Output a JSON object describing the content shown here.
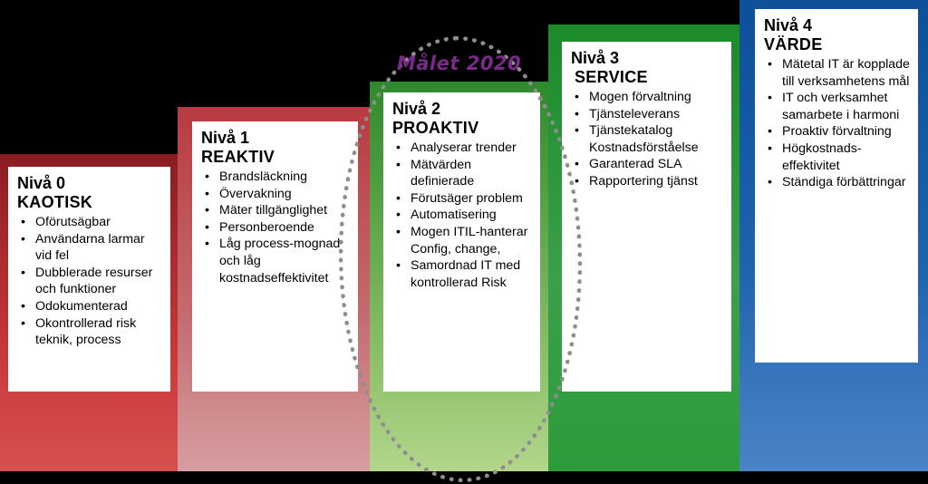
{
  "goal_label": "Målet 2020",
  "levels": [
    {
      "level": "Nivå 0",
      "name": "KAOTISK",
      "color": "#c8373a",
      "items": [
        "Oförutsägbar",
        "Användarna larmar vid fel",
        "Dubblerade resurser och funktioner",
        "Odokumenterad",
        "Okontrollerad risk teknik, process"
      ]
    },
    {
      "level": "Nivå 1",
      "name": "REAKTIV",
      "color": "#c46b6f",
      "items": [
        "Brandsläckning",
        "Övervakning",
        "Mäter tillgänglighet",
        "Personberoende",
        "Låg process-mognad och låg kostnadseffektivitet"
      ]
    },
    {
      "level": "Nivå 2",
      "name": "PROAKTIV",
      "color": "#8ec06a",
      "items": [
        "Analyserar trender",
        "Mätvärden definierade",
        "Förutsäger problem",
        "Automatisering",
        "Mogen ITIL-hanterar Config, change,",
        "Samordnad IT med kontrollerad Risk"
      ]
    },
    {
      "level": "Nivå 3",
      "name": "SERVICE",
      "color": "#3aa04a",
      "items": [
        "Mogen förvaltning",
        "Tjänsteleverans",
        "Tjänstekatalog Kostnadsförståelse",
        "Garanterad SLA",
        "Rapportering tjänst"
      ]
    },
    {
      "level": "Nivå 4",
      "name": "VÄRDE",
      "color": "#1f63ad",
      "items": [
        "Mätetal IT är kopplade till verksamhetens mål",
        "IT och verksamhet samarbete i harmoni",
        "Proaktiv förvaltning",
        "Högkostnads-effektivitet",
        "Ständiga förbättringar"
      ]
    }
  ]
}
